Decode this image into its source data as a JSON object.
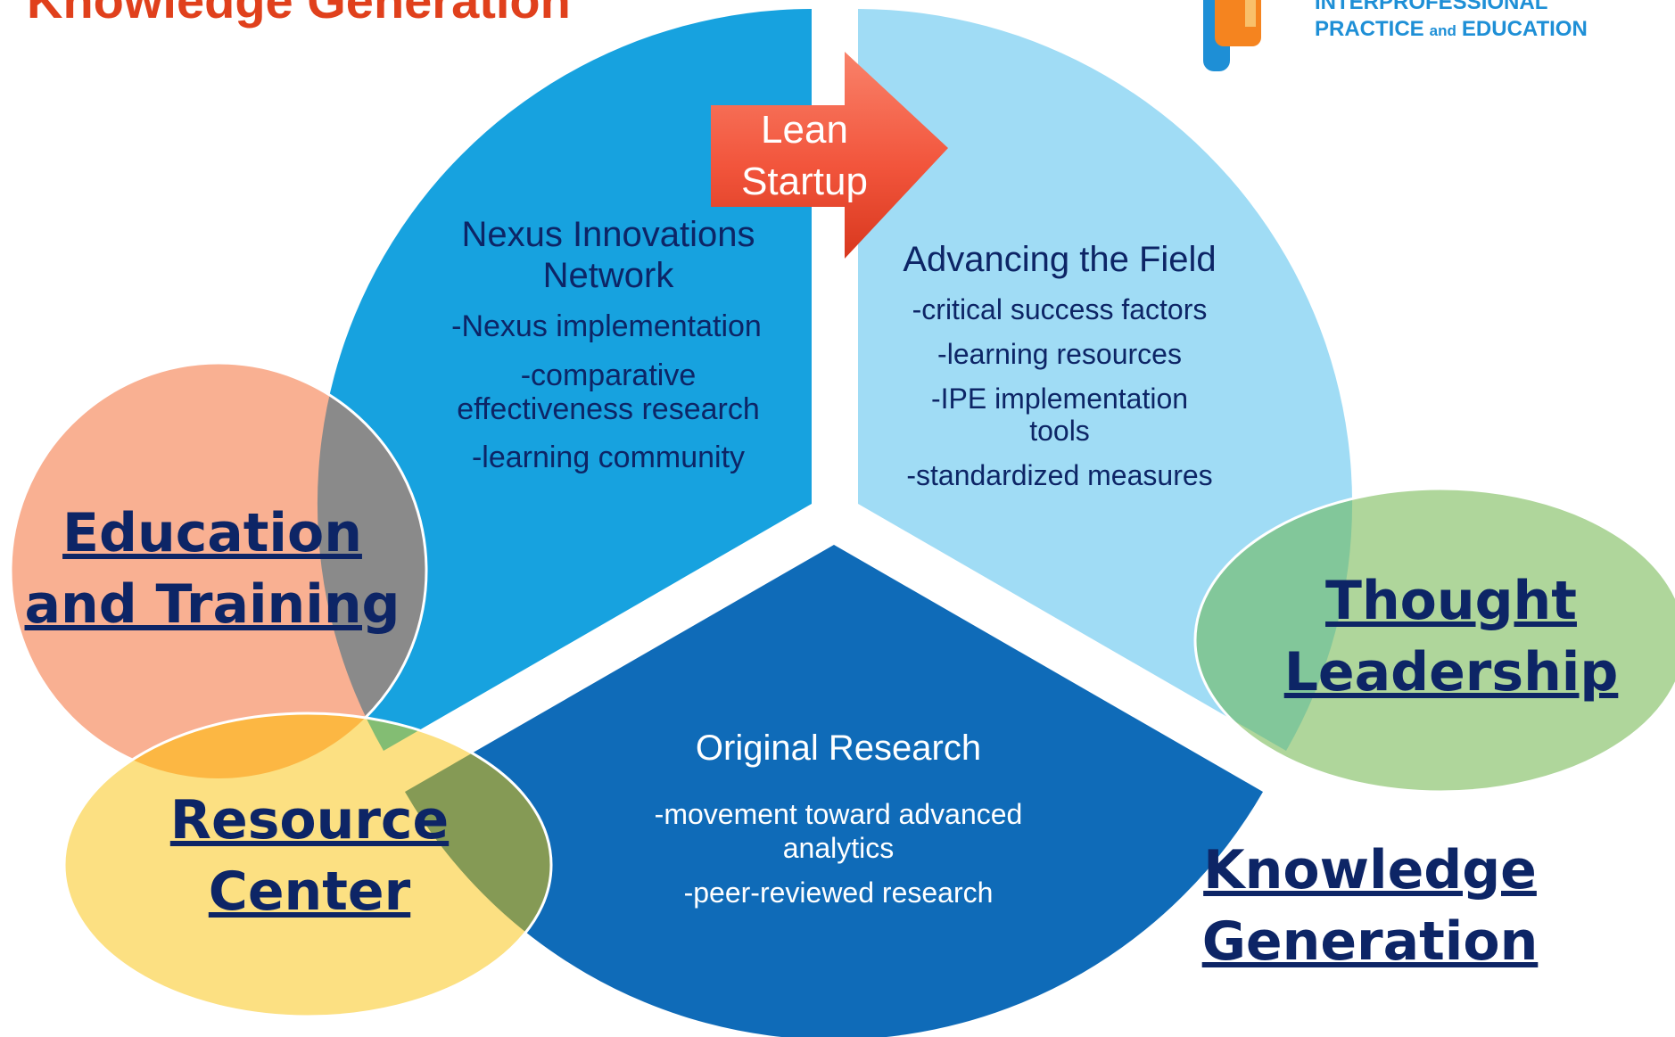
{
  "title": "Knowledge Generation",
  "logo": {
    "line1": "INTERPROFESSIONAL",
    "line2_a": "PRACTICE",
    "line2_b": "and",
    "line2_c": "EDUCATION"
  },
  "arrow": {
    "line1": "Lean",
    "line2": "Startup"
  },
  "segments": {
    "nexus": {
      "heading1": "Nexus Innovations",
      "heading2": "Network",
      "items": [
        [
          "-Nexus implementation"
        ],
        [
          "-comparative",
          "effectiveness research"
        ],
        [
          "-learning community"
        ]
      ]
    },
    "advancing": {
      "heading": "Advancing the Field",
      "items": [
        [
          "-critical success factors"
        ],
        [
          "-learning resources"
        ],
        [
          "-IPE implementation",
          "tools"
        ],
        [
          "-standardized measures"
        ]
      ]
    },
    "original": {
      "heading": "Original Research",
      "items": [
        [
          "-movement toward advanced",
          "analytics"
        ],
        [
          "-peer-reviewed research"
        ]
      ]
    }
  },
  "circles": {
    "education": {
      "line1": "Education",
      "line2": "and Training"
    },
    "resource": {
      "line1": "Resource",
      "line2": "Center"
    },
    "thought": {
      "line1": "Thought",
      "line2": "Leadership"
    },
    "knowledge": {
      "line1": "Knowledge",
      "line2": "Generation"
    }
  },
  "colors": {
    "title_red": "#e0401c",
    "navy": "#0d2566",
    "blue_segment": "#17a2df",
    "light_segment": "#a0dcf5",
    "dark_segment": "#0f6bb8",
    "salmon": "#f9b092",
    "yellow": "#fce082",
    "green": "#afd69b",
    "arrow_red": "#f2553c",
    "logo_blue": "#1e8fd6",
    "logo_orange": "#f5841f"
  }
}
